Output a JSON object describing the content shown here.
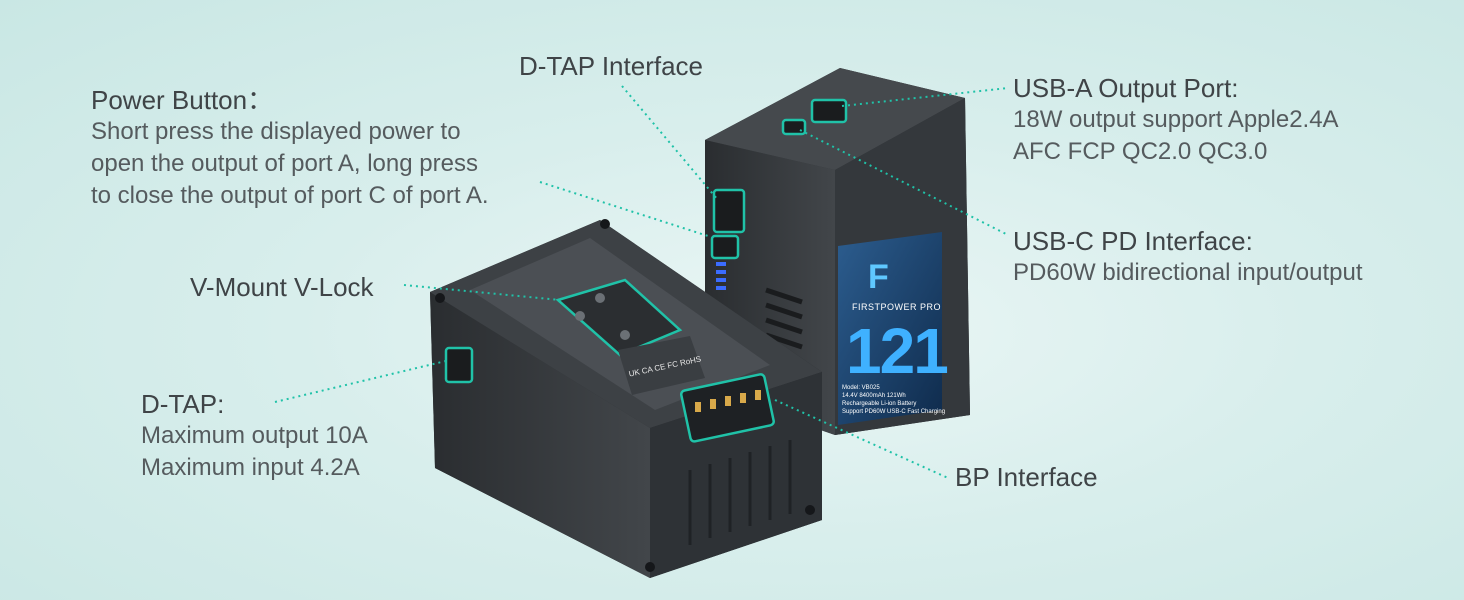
{
  "callouts": {
    "power_button": {
      "title": "Power Button：",
      "lines": [
        "Short press the displayed power to",
        "open the output of port A, long press",
        "to close the output of port C of port A."
      ]
    },
    "d_tap_interface": {
      "title": "D-TAP Interface"
    },
    "usb_a": {
      "title": "USB-A Output Port:",
      "lines": [
        "18W output support Apple2.4A",
        "AFC FCP QC2.0 QC3.0"
      ]
    },
    "usb_c": {
      "title": "USB-C PD Interface:",
      "lines": [
        "PD60W bidirectional input/output"
      ]
    },
    "v_mount": {
      "title": "V-Mount V-Lock"
    },
    "d_tap": {
      "title": "D-TAP:",
      "lines": [
        "Maximum output 10A",
        "Maximum input 4.2A"
      ]
    },
    "bp_interface": {
      "title": "BP Interface"
    }
  },
  "product": {
    "brand": "FIRSTPOWER PRO",
    "capacity": "121",
    "logo_mark": "F",
    "label_lines": [
      "Model: VB025",
      "14.4V 8400mAh 121Wh",
      "Rechargeable Li-ion Battery",
      "Support PD60W USB-C Fast Charging"
    ],
    "cert_marks": "UK CA  CE  FC  RoHS"
  },
  "colors": {
    "background": "#d8eeec",
    "accent": "#20c2a8",
    "body": "#2b2e31",
    "screen": "#1f4a78",
    "text": "#3f4447"
  }
}
